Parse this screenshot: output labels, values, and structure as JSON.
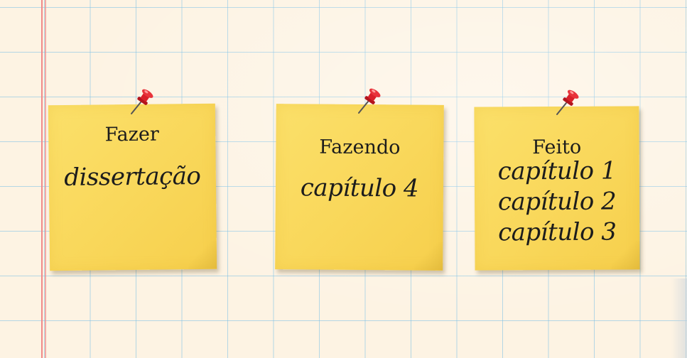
{
  "board": {
    "columns": [
      {
        "title": "Fazer",
        "items": [
          "dissertação"
        ]
      },
      {
        "title": "Fazendo",
        "items": [
          "capítulo 4"
        ]
      },
      {
        "title": "Feito",
        "items": [
          "capítulo 1",
          "capítulo 2",
          "capítulo 3"
        ]
      }
    ]
  },
  "colors": {
    "paper": "#fdf3e3",
    "grid": "#78bee6",
    "margin": "#f08a8a",
    "note": "#f9d75a",
    "pin": "#d9202a"
  },
  "icons": {
    "pin": "push-pin-icon"
  }
}
